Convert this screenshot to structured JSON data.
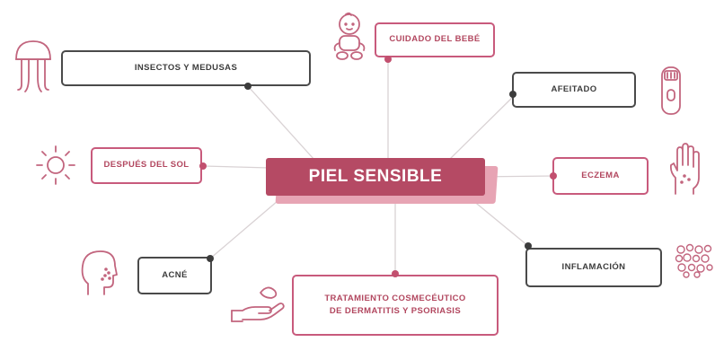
{
  "center": {
    "label": "PIEL SENSIBLE"
  },
  "nodes": {
    "insectos": "INSECTOS Y MEDUSAS",
    "bebe": "CUIDADO DEL BEBÉ",
    "afeitado": "AFEITADO",
    "sol": "DESPUÉS DEL SOL",
    "eczema": "ECZEMA",
    "acne": "ACNÉ",
    "inflamacion": "INFLAMACIÓN",
    "tratamiento_l1": "TRATAMIENTO COSMECÉUTICO",
    "tratamiento_l2": "DE DERMATITIS Y PSORIASIS"
  },
  "colors": {
    "accent": "#b54a64",
    "pink_border": "#c85a7c",
    "dark_border": "#4a4a4a",
    "icon_stroke": "#c2657e"
  },
  "icons": [
    "jellyfish-icon",
    "baby-icon",
    "razor-icon",
    "sun-icon",
    "hand-icon",
    "face-icon",
    "cream-hand-icon",
    "inflammation-icon"
  ]
}
